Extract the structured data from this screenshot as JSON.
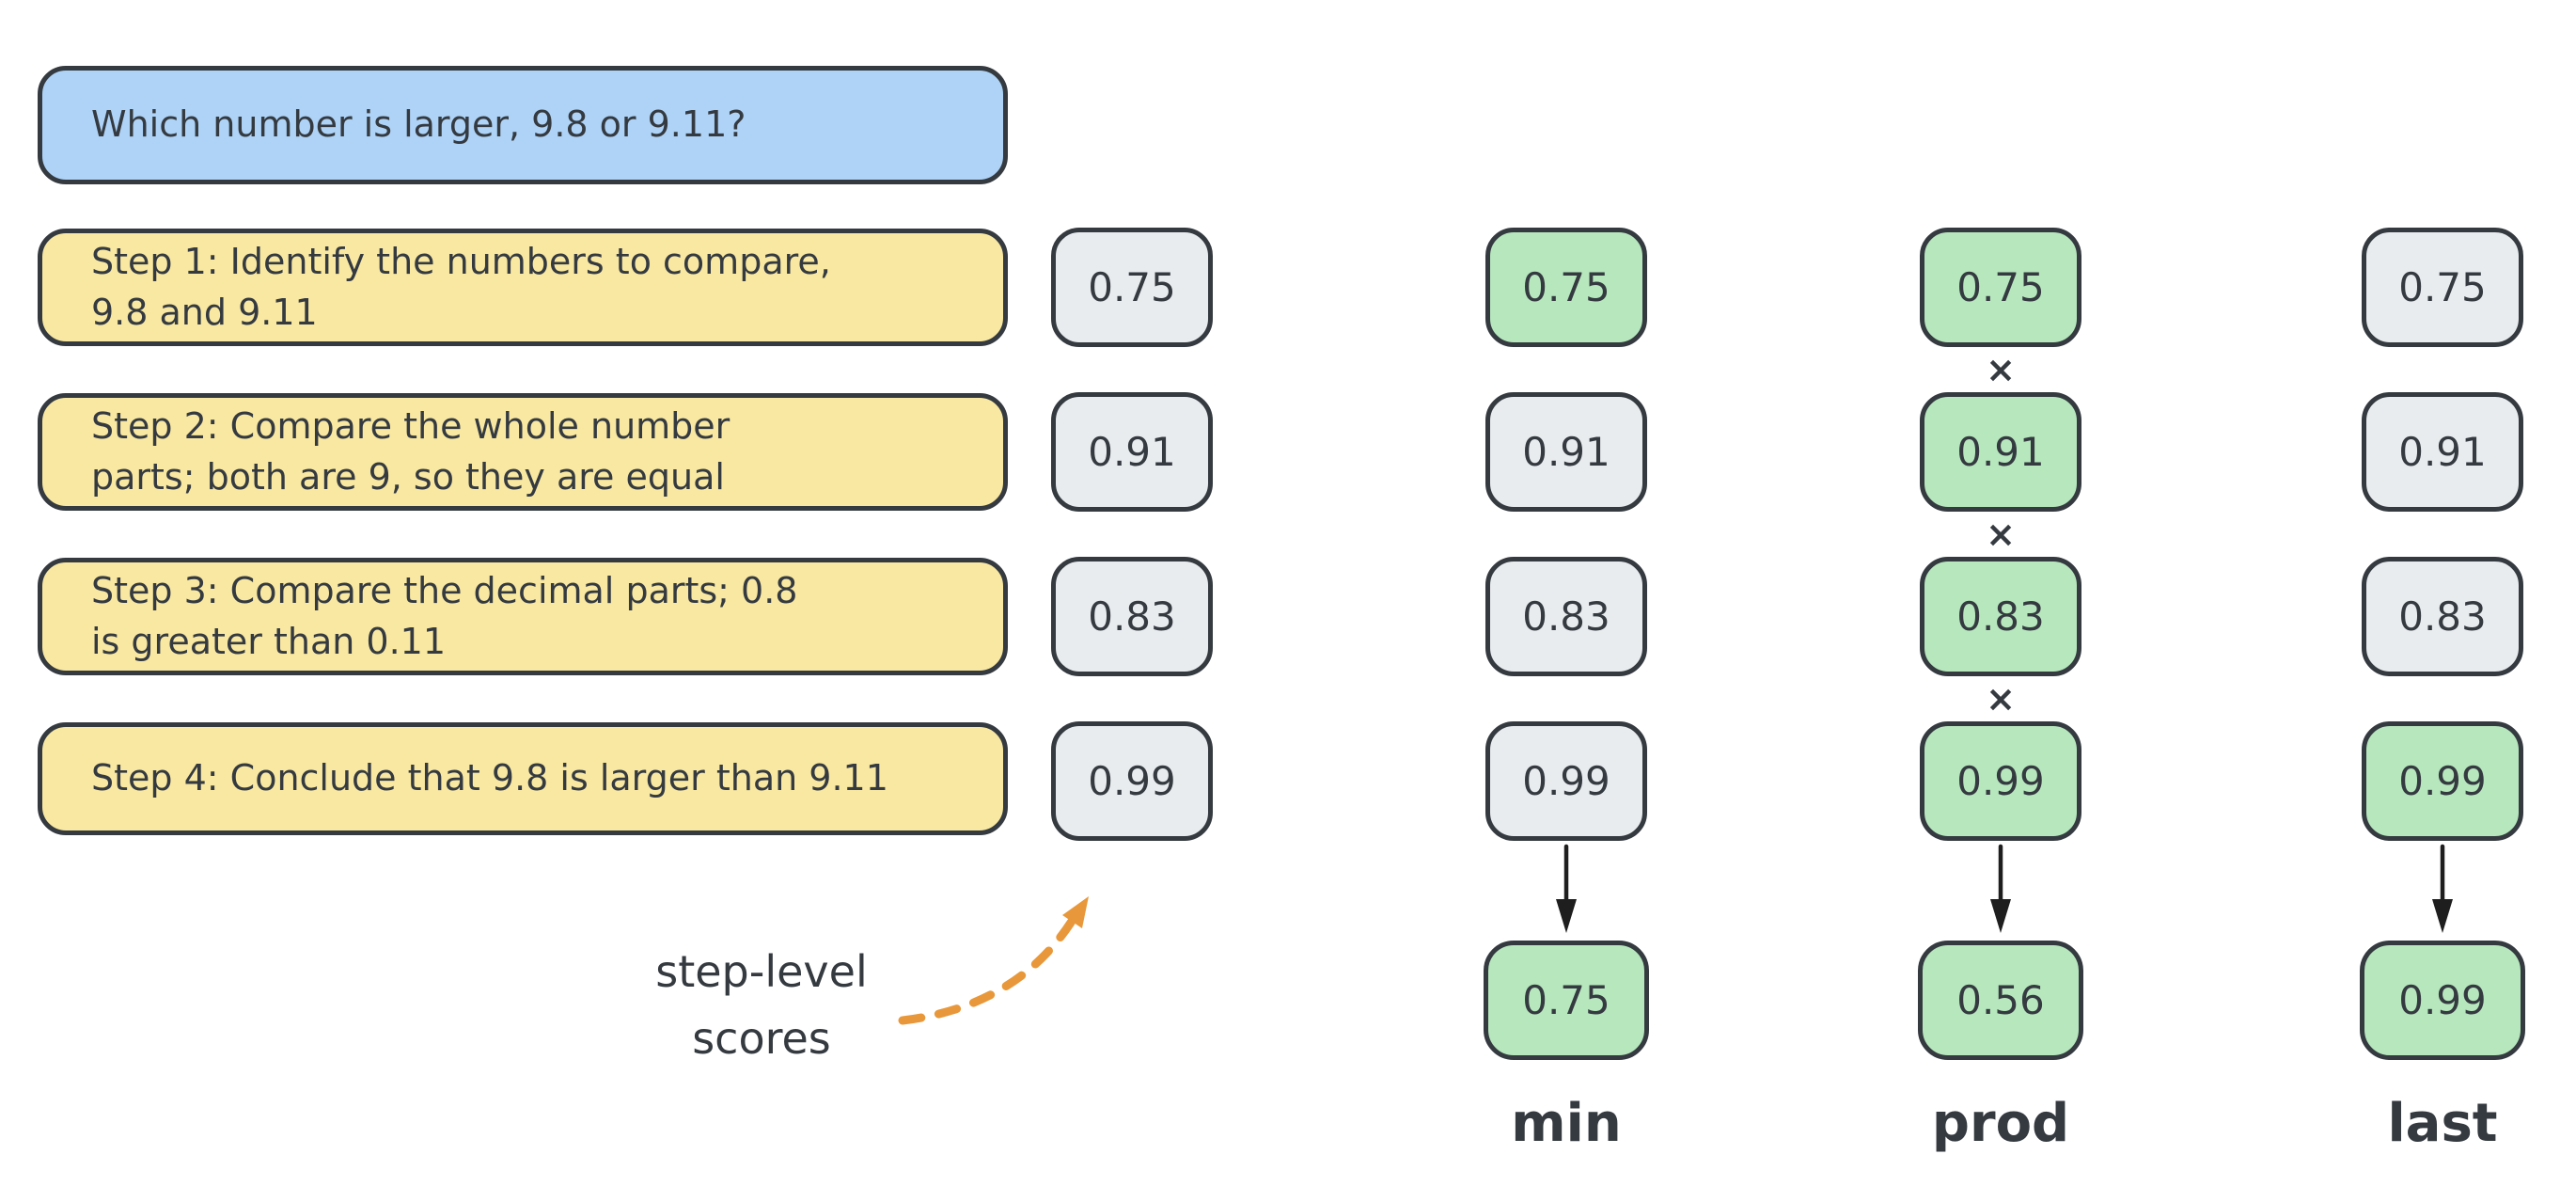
{
  "question": {
    "text": "Which number is larger, 9.8 or 9.11?"
  },
  "steps": [
    {
      "lines": [
        "Step 1: Identify the numbers to compare,",
        "9.8 and 9.11"
      ]
    },
    {
      "lines": [
        "Step 2: Compare the whole number",
        "parts; both are 9, so they are equal"
      ]
    },
    {
      "lines": [
        "Step 3: Compare the decimal parts; 0.8",
        "is greater than 0.11"
      ]
    },
    {
      "lines": [
        "Step 4: Conclude that 9.8 is larger than 9.11"
      ]
    }
  ],
  "columns": [
    {
      "name": "step-scores",
      "scores": [
        "0.75",
        "0.91",
        "0.83",
        "0.99"
      ],
      "highlighted": [
        false,
        false,
        false,
        false
      ]
    },
    {
      "name": "min",
      "label": "min",
      "scores": [
        "0.75",
        "0.91",
        "0.83",
        "0.99"
      ],
      "highlighted": [
        true,
        false,
        false,
        false
      ],
      "result": "0.75"
    },
    {
      "name": "prod",
      "label": "prod",
      "operator": "×",
      "scores": [
        "0.75",
        "0.91",
        "0.83",
        "0.99"
      ],
      "highlighted": [
        true,
        true,
        true,
        true
      ],
      "result": "0.56"
    },
    {
      "name": "last",
      "label": "last",
      "scores": [
        "0.75",
        "0.91",
        "0.83",
        "0.99"
      ],
      "highlighted": [
        false,
        false,
        false,
        true
      ],
      "result": "0.99"
    }
  ],
  "annotation": {
    "lines": [
      "step-level",
      "scores"
    ]
  },
  "colors": {
    "question_fill": "#aed3f7",
    "step_fill": "#f9e8a1",
    "score_fill": "#e9ecef",
    "highlight_fill": "#b7e7bd",
    "outline": "#343a40",
    "arrow": "#1e1e1e",
    "annotation_arrow": "#e8983a"
  }
}
